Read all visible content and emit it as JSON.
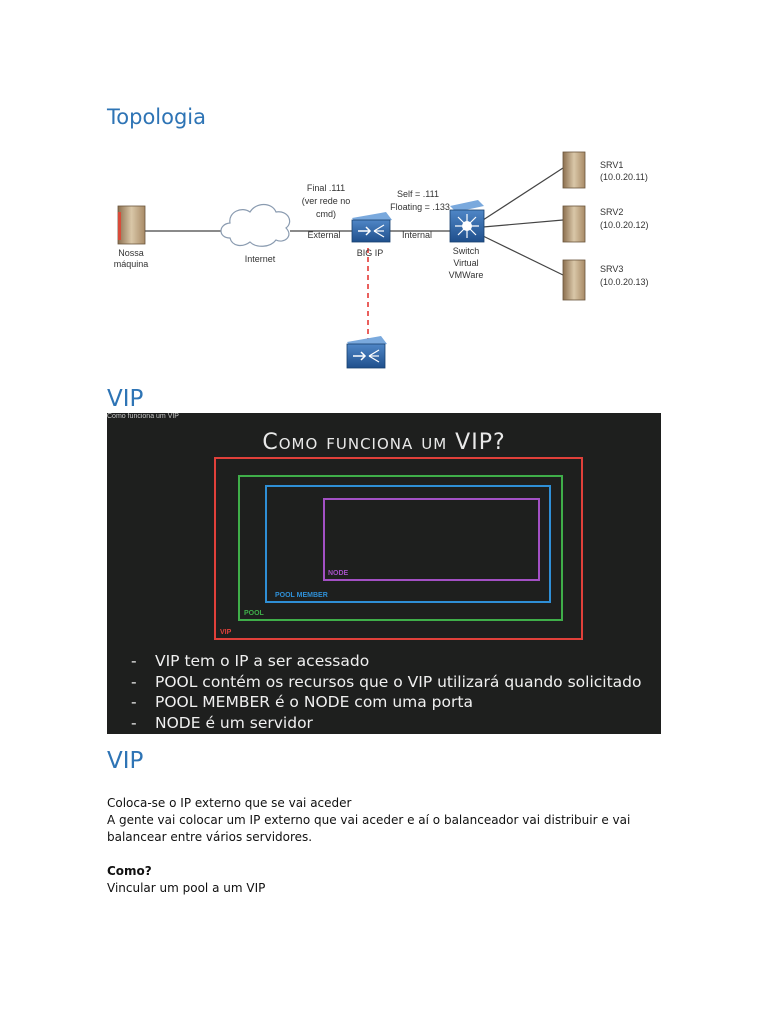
{
  "sections": {
    "topologia_heading": "Topologia",
    "vip_heading_1": "VIP",
    "vip_heading_2": "VIP"
  },
  "topology": {
    "nossa_maquina": [
      "Nossa",
      "máquina"
    ],
    "internet": "Internet",
    "final_label": [
      "Final .111",
      "(ver rede no",
      "cmd)"
    ],
    "external": "External",
    "bigip": "BIG IP",
    "self_label": [
      "Self = .111",
      "Floating = .133"
    ],
    "internal": "Internal",
    "switch_label": [
      "Switch",
      "Virtual",
      "VMWare"
    ],
    "servers": [
      {
        "name": "SRV1",
        "ip": "(10.0.20.11)"
      },
      {
        "name": "SRV2",
        "ip": "(10.0.20.12)"
      },
      {
        "name": "SRV3",
        "ip": "(10.0.20.13)"
      }
    ]
  },
  "slide": {
    "caption": "Como funciona um VIP",
    "title": "Como funciona um VIP?",
    "boxes": {
      "vip": "VIP",
      "pool": "POOL",
      "member": "POOL MEMBER",
      "node": "NODE"
    },
    "bullets": [
      "VIP tem o IP a ser acessado",
      "POOL contém os recursos que o VIP utilizará quando solicitado",
      "POOL MEMBER é o NODE com uma porta",
      "NODE é um servidor"
    ],
    "dash": "-"
  },
  "body": {
    "line1": "Coloca-se o IP externo que se vai aceder",
    "line2": "A gente vai colocar um IP externo que vai aceder e aí o balanceador vai distribuir e vai balancear entre vários servidores.",
    "como": "Como?",
    "line4": "Vincular um pool a um VIP"
  },
  "colors": {
    "heading": "#2e74b5",
    "vip_box": "#e0403a",
    "pool_box": "#3fae49",
    "member_box": "#2f8fd6",
    "node_box": "#a350c4",
    "slide_bg": "#1e1f1e"
  }
}
